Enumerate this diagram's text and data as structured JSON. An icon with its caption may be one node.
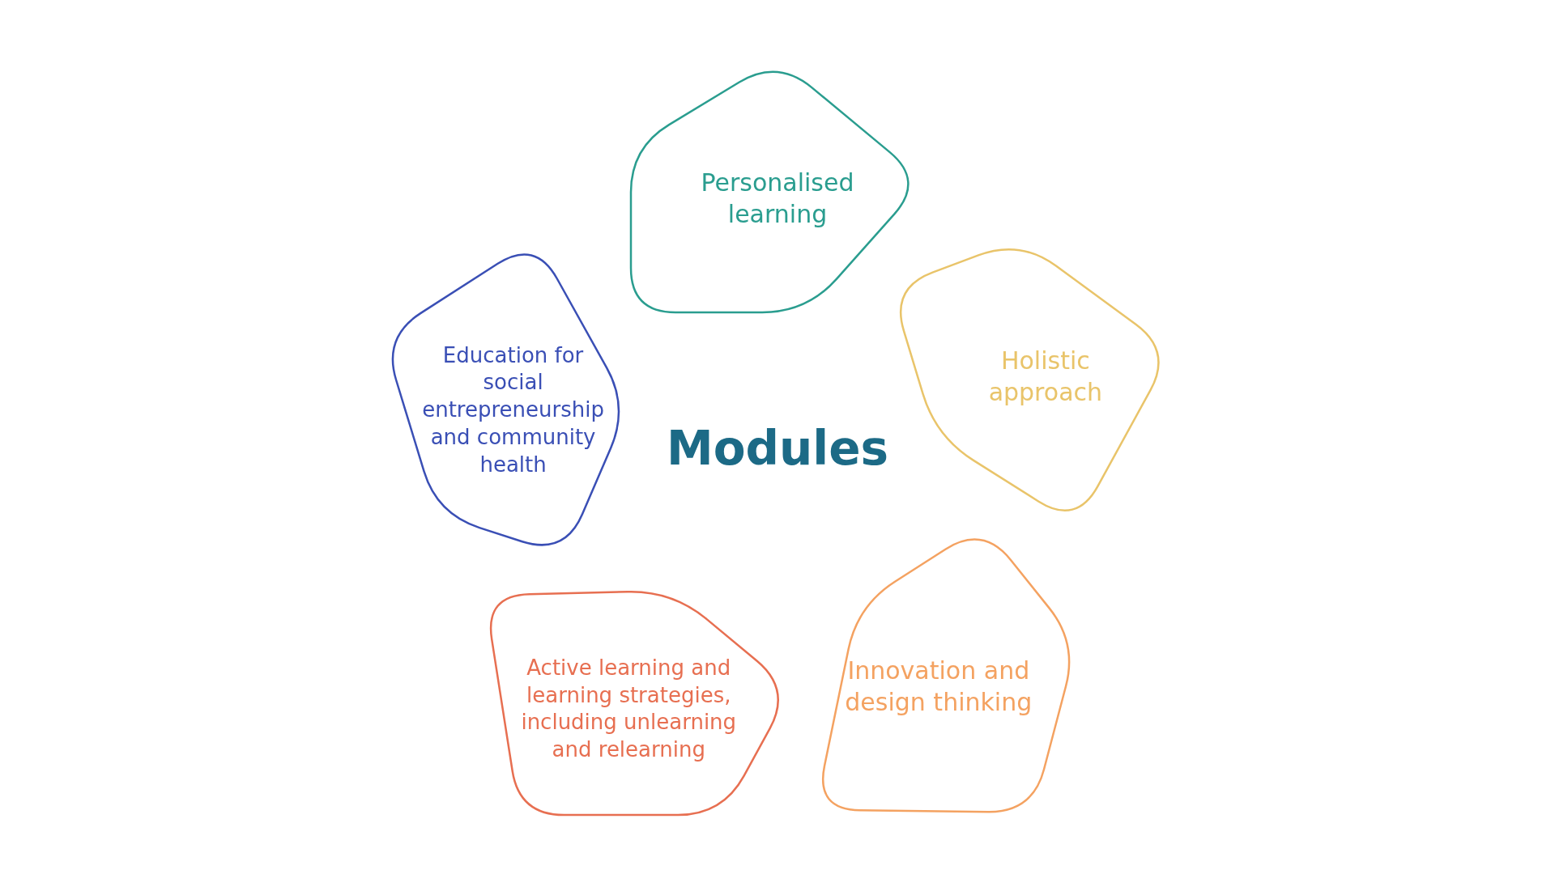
{
  "diagram": {
    "title": "Modules",
    "nodes": [
      {
        "text": [
          "Personalised learning"
        ]
      },
      {
        "text": [
          "Holistic approach"
        ]
      },
      {
        "text": [
          "Innovation and design thinking"
        ]
      },
      {
        "text": [
          "Active learning and learning strategies, including unlearning and relearning"
        ]
      },
      {
        "text": [
          "Education for social entrepreneurship and community health"
        ]
      }
    ]
  }
}
